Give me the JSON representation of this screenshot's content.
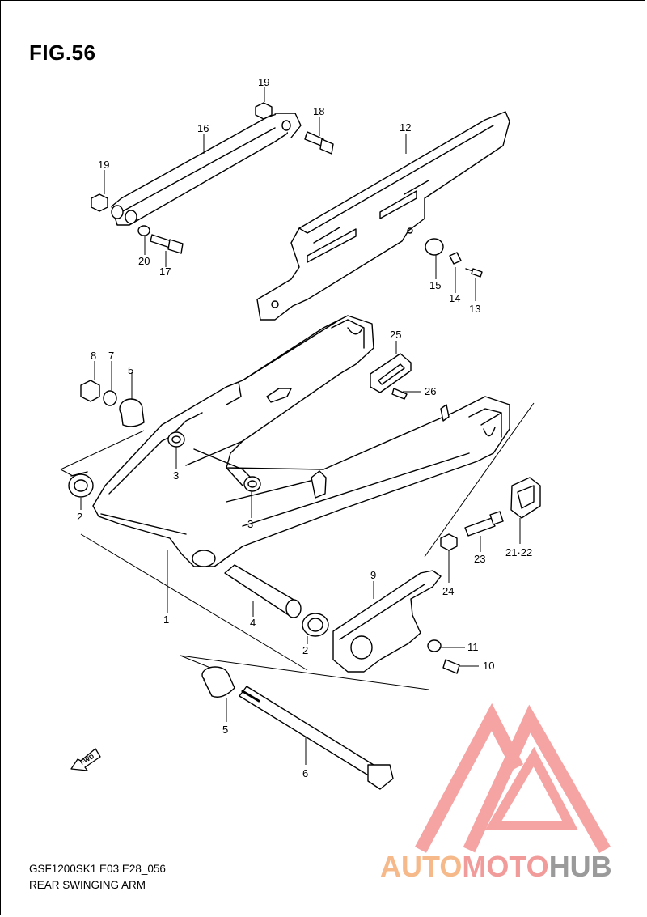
{
  "figure": {
    "title": "FIG.56",
    "model_code": "GSF1200SK1 E03 E28_056",
    "name": "REAR SWINGING ARM"
  },
  "fwd_arrow": {
    "label": "FWD"
  },
  "callouts": [
    {
      "id": "c19a",
      "label": "19"
    },
    {
      "id": "c18",
      "label": "18"
    },
    {
      "id": "c16",
      "label": "16"
    },
    {
      "id": "c12",
      "label": "12"
    },
    {
      "id": "c19b",
      "label": "19"
    },
    {
      "id": "c20",
      "label": "20"
    },
    {
      "id": "c17",
      "label": "17"
    },
    {
      "id": "c15",
      "label": "15"
    },
    {
      "id": "c14",
      "label": "14"
    },
    {
      "id": "c13",
      "label": "13"
    },
    {
      "id": "c8",
      "label": "8"
    },
    {
      "id": "c7",
      "label": "7"
    },
    {
      "id": "c5a",
      "label": "5"
    },
    {
      "id": "c25",
      "label": "25"
    },
    {
      "id": "c26",
      "label": "26"
    },
    {
      "id": "c3a",
      "label": "3"
    },
    {
      "id": "c3b",
      "label": "3"
    },
    {
      "id": "c2a",
      "label": "2"
    },
    {
      "id": "c1",
      "label": "1"
    },
    {
      "id": "c4",
      "label": "4"
    },
    {
      "id": "c2b",
      "label": "2"
    },
    {
      "id": "c23",
      "label": "23"
    },
    {
      "id": "c2122",
      "label": "21·22"
    },
    {
      "id": "c24",
      "label": "24"
    },
    {
      "id": "c9",
      "label": "9"
    },
    {
      "id": "c11",
      "label": "11"
    },
    {
      "id": "c10",
      "label": "10"
    },
    {
      "id": "c5b",
      "label": "5"
    },
    {
      "id": "c6",
      "label": "6"
    }
  ],
  "watermark": {
    "part1": "AUTO",
    "part2": "MOTO",
    "part3": "HUB",
    "colors": {
      "part1": "#f6b98a",
      "part2": "#f29b9b",
      "part3": "#9a9a9a",
      "logo": "#f59a9a"
    }
  }
}
